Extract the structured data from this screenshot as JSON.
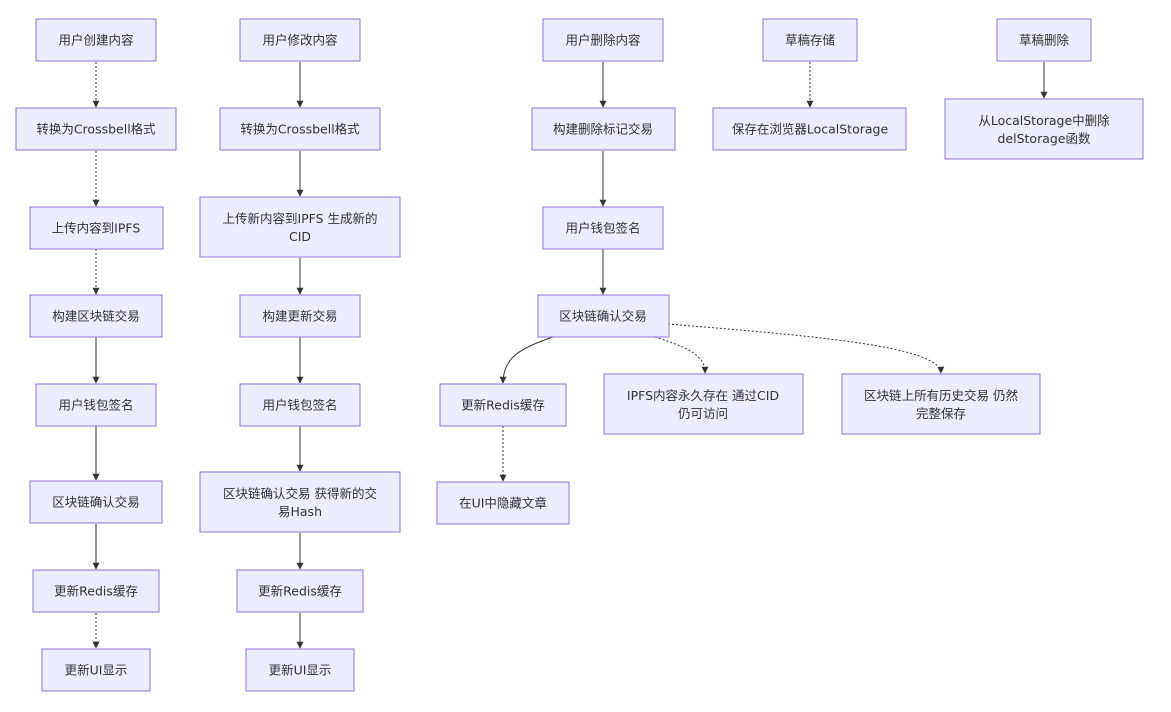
{
  "nodes": {
    "a1": "用户创建内容",
    "a2": "转换为Crossbell格式",
    "a3": "上传内容到IPFS",
    "a4": "构建区块链交易",
    "a5": "用户钱包签名",
    "a6": "区块链确认交易",
    "a7": "更新Redis缓存",
    "a8": "更新UI显示",
    "b1": "用户修改内容",
    "b2": "转换为Crossbell格式",
    "b3": "上传新内容到IPFS 生成新的",
    "b3b": "CID",
    "b4": "构建更新交易",
    "b5": "用户钱包签名",
    "b6": "区块链确认交易 获得新的交",
    "b6b": "易Hash",
    "b7": "更新Redis缓存",
    "b8": "更新UI显示",
    "c1": "用户删除内容",
    "c2": "构建删除标记交易",
    "c3": "用户钱包签名",
    "c4": "区块链确认交易",
    "c5": "更新Redis缓存",
    "c6": "在UI中隐藏文章",
    "c7": "IPFS内容永久存在 通过CID",
    "c7b": "仍可访问",
    "c8": "区块链上所有历史交易 仍然",
    "c8b": "完整保存",
    "d1": "草稿存储",
    "d2": "保存在浏览器LocalStorage",
    "e1": "草稿删除",
    "e2": "从LocalStorage中删除",
    "e2b": "delStorage函数"
  }
}
